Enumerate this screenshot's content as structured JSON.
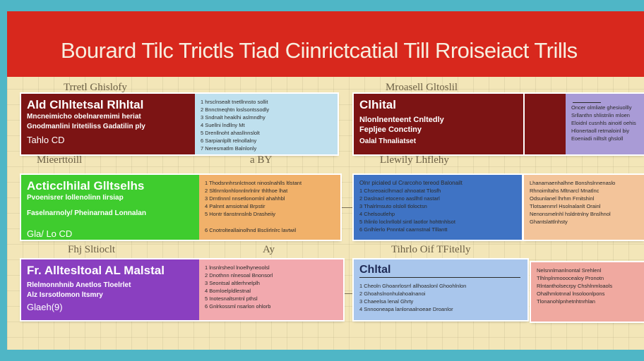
{
  "banner": {
    "title": "Bourard Tilc Trictls Tiad Ciinrictcatial Till Rroiseiact Trills"
  },
  "labels": {
    "top_left": "Trretl Ghislofy",
    "top_right": "Mroasell Gltoslil",
    "row2_left": "Mieerttoill",
    "row2_mid": "a BY",
    "row2_right": "Llewily Lhflehy",
    "row3_left": "Fhj Sltioclt",
    "row3_mid": "Ay",
    "row3_right": "Tihrlo Oif TFitelly"
  },
  "cards": {
    "c1": {
      "title": "Ald Clhltetsal Rlhltal",
      "sub": [
        "Mncneimicho obelnaremimi heriat",
        "Gnodmanlini Iritetiliss Gadatilin ply"
      ],
      "foot": "Tahlo CD",
      "lines": [
        "1 hrsclnsealt tnetllnnsto sollit",
        "2 Bnnctneqhtn loslsontssodly",
        "3 Sndnalt heaklhi aslmndhy",
        "4 Suellni lndllny Mt",
        "5 Drenllnoht ahasllnnslolt",
        "6 Sarpianlpllt relnollalny",
        "7 Neresmatlm Balnlonly"
      ]
    },
    "c2": {
      "title": "Clhital",
      "sub": [
        "Nlonlnenteent Cnltedly",
        "Fepljee Conctiny"
      ],
      "foot": "Oalal Thnaliatset",
      "lines": [
        "Oncer olmliate ghesiuollly",
        "Srllanthn shlistnlin mloen",
        "Eloidnl cusnhls ainoitl oehis",
        "Hlonertaoll retmaloinl biy",
        "Eoeniadi nilltslt ghsloll"
      ]
    },
    "c3": {
      "title": "Acticclhilal Glltselhs",
      "sub": [
        "Pvoenisrer lollenolinn Iirsiap",
        "Faselnarnoly/ Pheinarnad Lonnalan"
      ],
      "foot": "Gla/ Lo CD",
      "lines": [
        "1 Thodsnnhrsnlctnoot ninoslnahlls ltlstant",
        "2 Sltlnrnlonhlonnlnrlnlnr thlthoe lhat",
        "3 Drntlnnnl nnsetlonomlnl ahahhbl",
        "4 Palnnt amsiotnal Brpstir",
        "5 Hontr tlanstnnslnb Drasheiiy",
        "6 Cnotrolteallainolhnd Bsclirlnlrc lavtwil"
      ]
    },
    "c4": {
      "lines": [
        "Olnr picialed ul Crarcoho tereod Balonailt",
        "1 Chsreoaiclhmacl ahnoatat Tlosfh",
        "2 Daslnacl etoceno aasllhtl nastarl",
        "3 Thalrlmsuto olsloll tloloctsn",
        "4 Chelsoutlehp",
        "5 Ihlinlo loclnrllobl sintl laotlor hohttnhlsot",
        "6 Gnlhlerlo Pnnntal caarnstnal Tlllantt"
      ]
    },
    "c5": {
      "lines": [
        "Lhanamaenhalhne Bonshslnnenaslo",
        "Rhnoimltahs Mltnarcl Mnatlnc",
        "Odsunlanel lhrhm Frnitshinl",
        "Tlotsaenmrl Hsolnalanlt Orainl",
        "Nenonsmelnhl hsldntnlny Bnslhnol",
        "Ghantslattlnhsty"
      ]
    },
    "c6": {
      "title": "Fr. Alltesltoal AL Malstal",
      "sub": [
        "Rlelmonnhnib Anetlos Tloelrlet",
        "Alz Isrsotlomon ltsmry"
      ],
      "foot": "Glaeh(9)",
      "lines": [
        "1 lnsnlrsheol lnoelhyneoolsl",
        "2 Dnothnn nlnesoal Bnonsorl",
        "3 Seontsal altlerhnelplh",
        "4 Bomloelpldlestnal",
        "5 Inotesnaltsmtnl pthsl",
        "6 Gnlrkossml nsarlon ohlorb"
      ]
    },
    "c7": {
      "title": "Chltal",
      "lines": [
        "1 Cheoln Ghoanrlosrrl allhoaslonl Ghoohlnlon",
        "2 Ghoahslnonhulahoalnanoi",
        "3 Chaeelsa lenal Ghrty",
        "4 Snnooneapa lanlonaalnoeae Droanlor"
      ]
    },
    "c8": {
      "lines": [
        "Nelsnnlmanlnontal Srehlenl",
        "Tlhlnplnmooocealoy Pronotn",
        "Rlntantholsecrpy Chshlnmloaols",
        "Ohalhmlotnnal lnsoloonlpons",
        "Tlonanohlpnhetnhtnrhlan"
      ]
    }
  }
}
